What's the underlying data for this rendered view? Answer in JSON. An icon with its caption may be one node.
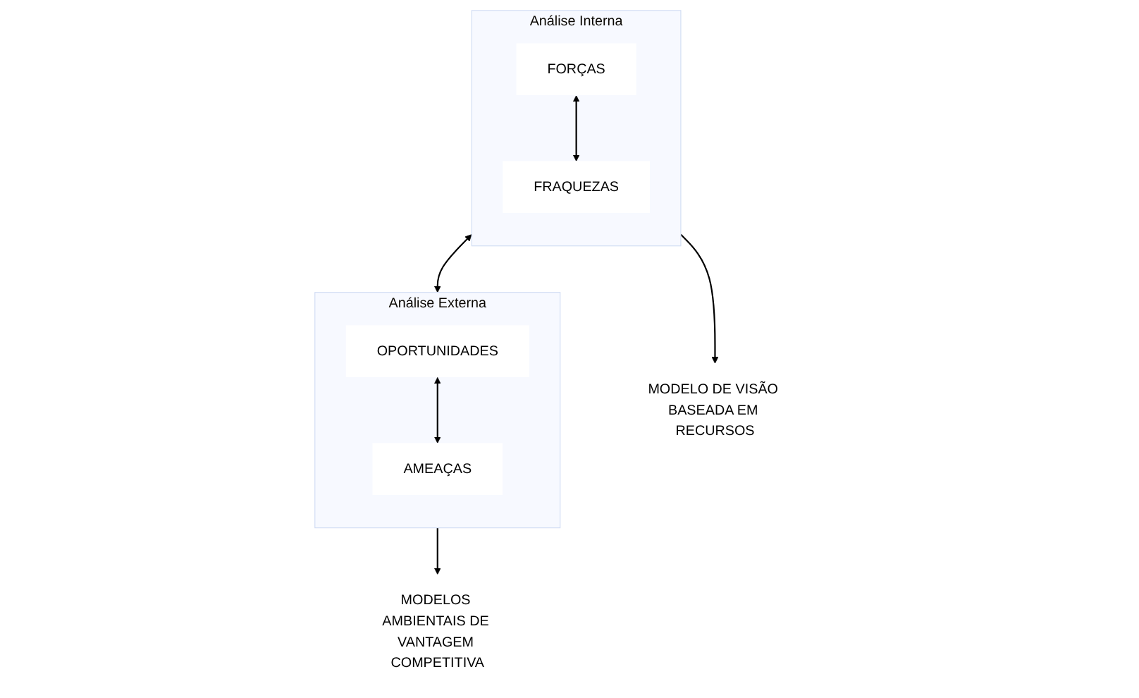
{
  "diagram": {
    "nodes": [
      {
        "text": [
          "Análise Interna"
        ]
      },
      {
        "text": [
          "FORÇAS"
        ],
        "in": 0
      },
      {
        "text": [
          "FRAQUEZAS"
        ],
        "in": 0
      },
      {
        "text": [
          "Análise Externa"
        ]
      },
      {
        "text": [
          "OPORTUNIDADES"
        ],
        "in": 3
      },
      {
        "text": [
          "AMEAÇAS"
        ],
        "in": 3
      },
      {
        "text": [
          "MODELO DE VISÃO BASEADA EM RECURSOS"
        ]
      },
      {
        "text": [
          "MODELOS AMBIENTAIS DE VANTAGEM COMPETITIVA"
        ]
      }
    ],
    "edges": [
      {
        "from": 1,
        "to": 2,
        "arrow": "both"
      },
      {
        "from": 4,
        "to": 5,
        "arrow": "both"
      },
      {
        "from": 0,
        "to": 3,
        "arrow": "both"
      },
      {
        "from": 0,
        "to": 6,
        "arrow": "to"
      },
      {
        "from": 3,
        "to": 7,
        "arrow": "to"
      }
    ]
  }
}
